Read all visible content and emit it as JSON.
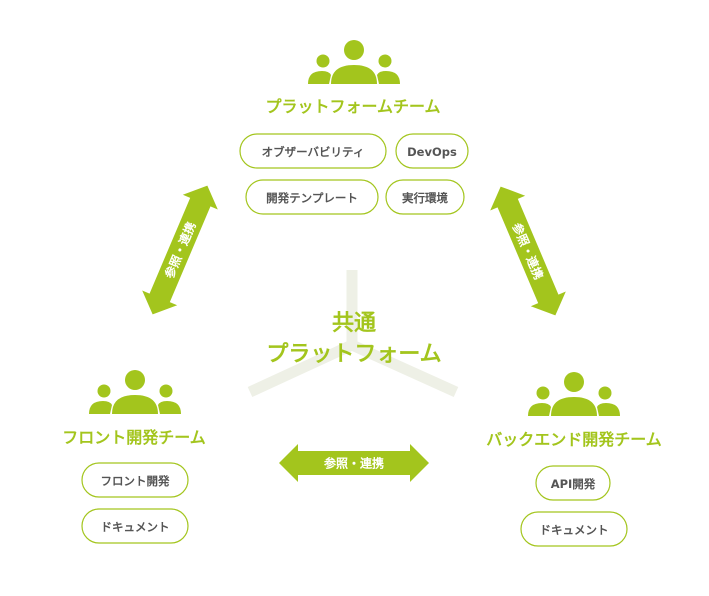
{
  "colors": {
    "accent": "#a3c51d",
    "pill_border": "#a3c51d",
    "pill_text": "#555555",
    "center_mark": "#eef0e6",
    "arrow_text": "#ffffff"
  },
  "center": {
    "line1": "共通",
    "line2": "プラットフォーム"
  },
  "platform": {
    "title": "プラットフォームチーム",
    "icon": "team-icon",
    "tags": [
      "オブザーバビリティ",
      "DevOps",
      "開発テンプレート",
      "実行環境"
    ]
  },
  "front": {
    "title": "フロント開発チーム",
    "icon": "team-icon",
    "tags": [
      "フロント開発",
      "ドキュメント"
    ]
  },
  "backend": {
    "title": "バックエンド開発チーム",
    "icon": "team-icon",
    "tags": [
      "API開発",
      "ドキュメント"
    ]
  },
  "arrows": {
    "left_label": "参照・連携",
    "right_label": "参照・連携",
    "bottom_label": "参照・連携"
  }
}
